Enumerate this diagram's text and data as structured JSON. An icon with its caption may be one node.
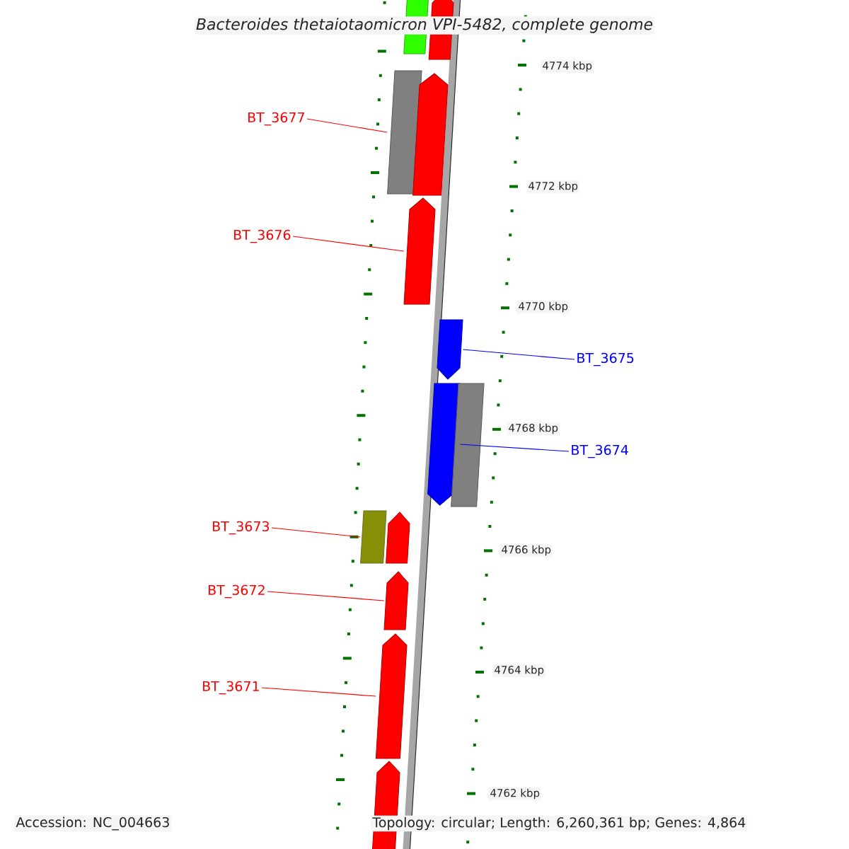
{
  "diagram": {
    "title": "*Bacteroides thetaiotaomicron* VPI-5482, complete genome",
    "nodes": [
      {
        "text": [],
        "shape": "bar"
      },
      {
        "text": [],
        "shape": "bar"
      },
      {
        "text": [],
        "shape": "bar"
      },
      {
        "text": [],
        "shape": "bar"
      },
      {
        "text": [],
        "shape": "bar"
      },
      {
        "text": [],
        "shape": "bar"
      },
      {
        "text": [],
        "shape": "bar"
      },
      {
        "text": [],
        "shape": "bar"
      },
      {
        "text": [],
        "shape": "bar"
      },
      {
        "text": [],
        "shape": "bar"
      },
      {
        "text": [],
        "shape": "bar"
      },
      {
        "text": [],
        "shape": "bar"
      },
      {
        "text": [],
        "shape": "bar"
      },
      {
        "text": [
          "BT_3677"
        ]
      },
      {
        "text": [
          "BT_3676"
        ]
      },
      {
        "text": [
          "BT_3675"
        ]
      },
      {
        "text": [
          "BT_3674"
        ]
      },
      {
        "text": [
          "BT_3673"
        ]
      },
      {
        "text": [
          "BT_3672"
        ]
      },
      {
        "text": [
          "BT_3671"
        ]
      }
    ],
    "edges": [
      {
        "from": 13,
        "to": 2,
        "arrow": "none"
      },
      {
        "from": 14,
        "to": 4,
        "arrow": "none"
      },
      {
        "from": 15,
        "to": 5,
        "arrow": "none",
        "color": "#0000ff"
      },
      {
        "from": 16,
        "to": 6,
        "arrow": "none",
        "color": "#0000ff"
      },
      {
        "from": 17,
        "to": 8,
        "arrow": "none"
      },
      {
        "from": 18,
        "to": 10,
        "arrow": "none"
      },
      {
        "from": 19,
        "to": 11,
        "arrow": "none"
      }
    ],
    "labels": [
      "4774 kbp",
      "4772 kbp",
      "4770 kbp",
      "4768 kbp",
      "4766 kbp",
      "4764 kbp",
      "4762 kbp",
      "Accession: NC_004663",
      "Topology: circular; Length: 6,260,361 bp; Genes: 4,864"
    ]
  }
}
